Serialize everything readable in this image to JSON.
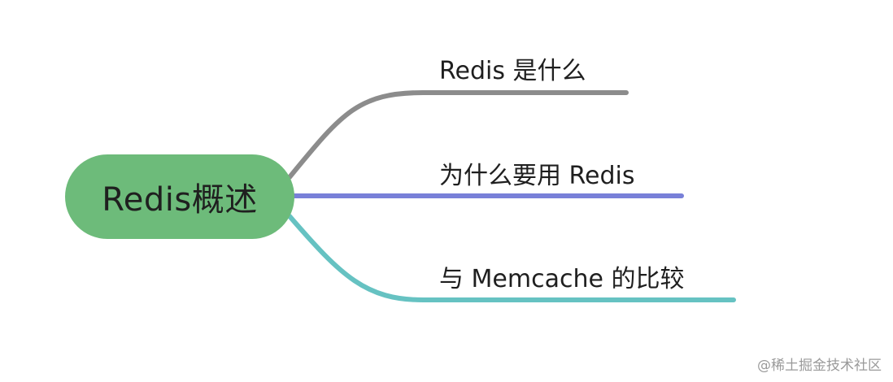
{
  "root": {
    "label": "Redis概述",
    "color": "#6dbb7a"
  },
  "branches": [
    {
      "label": "Redis 是什么",
      "color": "#8c8c8c"
    },
    {
      "label": "为什么要用 Redis",
      "color": "#7880d8"
    },
    {
      "label": "与 Memcache 的比较",
      "color": "#66c2c2"
    }
  ],
  "watermark": "@稀土掘金技术社区"
}
